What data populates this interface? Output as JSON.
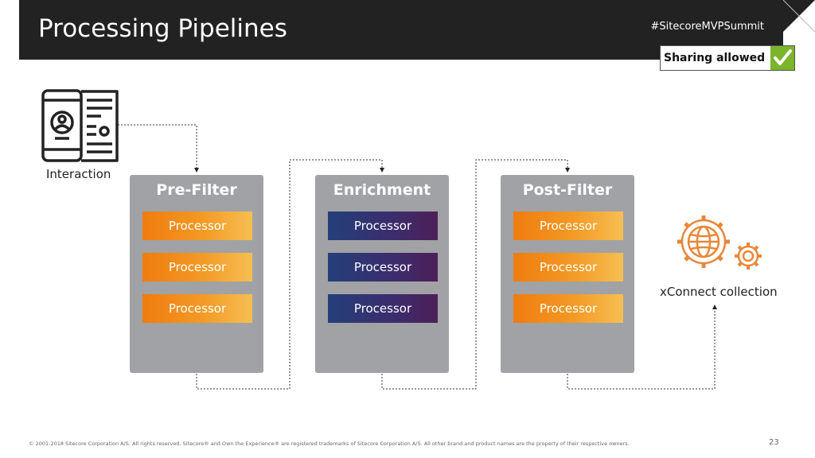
{
  "slide": {
    "title": "Processing Pipelines",
    "hashtag": "#SitecoreMVPSummit",
    "sharing_label": "Sharing allowed"
  },
  "interaction": {
    "label": "Interaction",
    "icon": "mobile-document-icon"
  },
  "pipelines": [
    {
      "title": "Pre-Filter",
      "processors": [
        "Processor",
        "Processor",
        "Processor"
      ],
      "style": "orange"
    },
    {
      "title": "Enrichment",
      "processors": [
        "Processor",
        "Processor",
        "Processor"
      ],
      "style": "purple"
    },
    {
      "title": "Post-Filter",
      "processors": [
        "Processor",
        "Processor",
        "Processor"
      ],
      "style": "orange"
    }
  ],
  "xconnect": {
    "label": "xConnect collection",
    "icon": "globe-gears-icon"
  },
  "footer": {
    "copyright": "© 2001-2018 Sitecore Corporation A/S. All rights reserved. Sitecore® and Own the Experience® are registered trademarks of Sitecore Corporation A/S. All other brand and product names are the property of their respective owners.",
    "page_number": "23"
  },
  "colors": {
    "header_bg": "#222222",
    "box_bg": "#a0a2a5",
    "orange_start": "#ef7c0e",
    "purple_start": "#243f7a",
    "check_green": "#7ab52c",
    "icon_orange": "#e8873a"
  }
}
